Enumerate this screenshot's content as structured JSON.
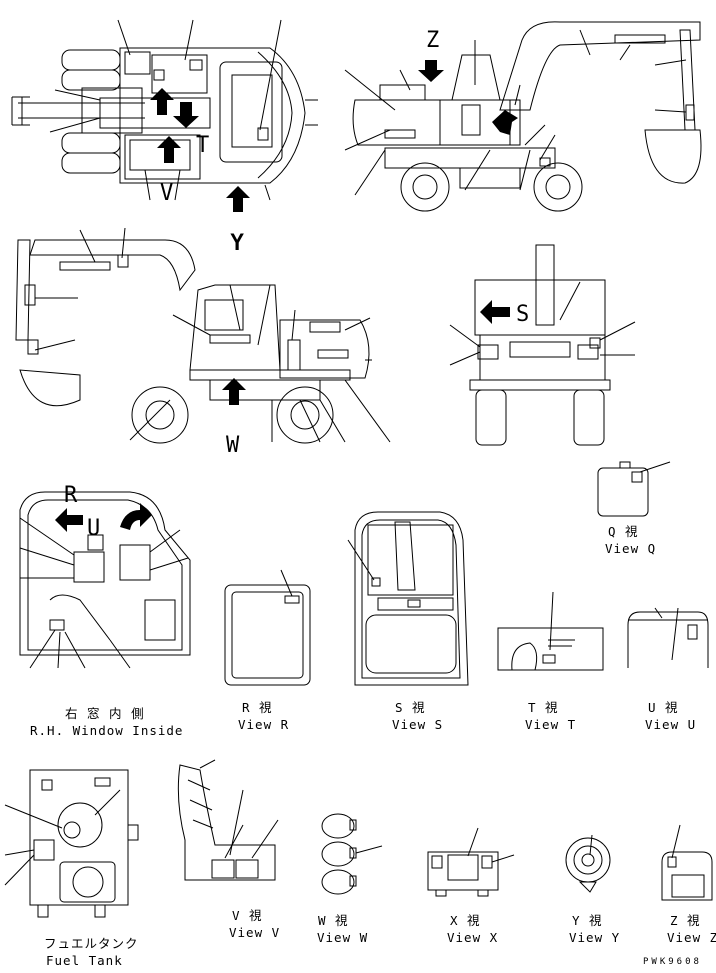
{
  "figure": {
    "drawing_code": "PWK9608",
    "view_letters": {
      "z": "Z",
      "y": "Y",
      "t": "T",
      "v": "V",
      "s": "S",
      "w": "W",
      "r": "R",
      "u": "U"
    },
    "views": {
      "q": {
        "jp": "Q 視",
        "en": "View Q"
      },
      "r_window": {
        "jp": "右 窓 内 側",
        "en": "R.H. Window Inside"
      },
      "r": {
        "jp": "R 視",
        "en": "View R"
      },
      "s": {
        "jp": "S 視",
        "en": "View S"
      },
      "t": {
        "jp": "T 視",
        "en": "View T"
      },
      "u": {
        "jp": "U 視",
        "en": "View U"
      },
      "fuel": {
        "jp": "フュエルタンク",
        "en": "Fuel Tank"
      },
      "v": {
        "jp": "V 視",
        "en": "View V"
      },
      "w": {
        "jp": "W 視",
        "en": "View W"
      },
      "x": {
        "jp": "X 視",
        "en": "View X"
      },
      "y": {
        "jp": "Y 視",
        "en": "View Y"
      },
      "z": {
        "jp": "Z 視",
        "en": "View Z"
      }
    }
  }
}
